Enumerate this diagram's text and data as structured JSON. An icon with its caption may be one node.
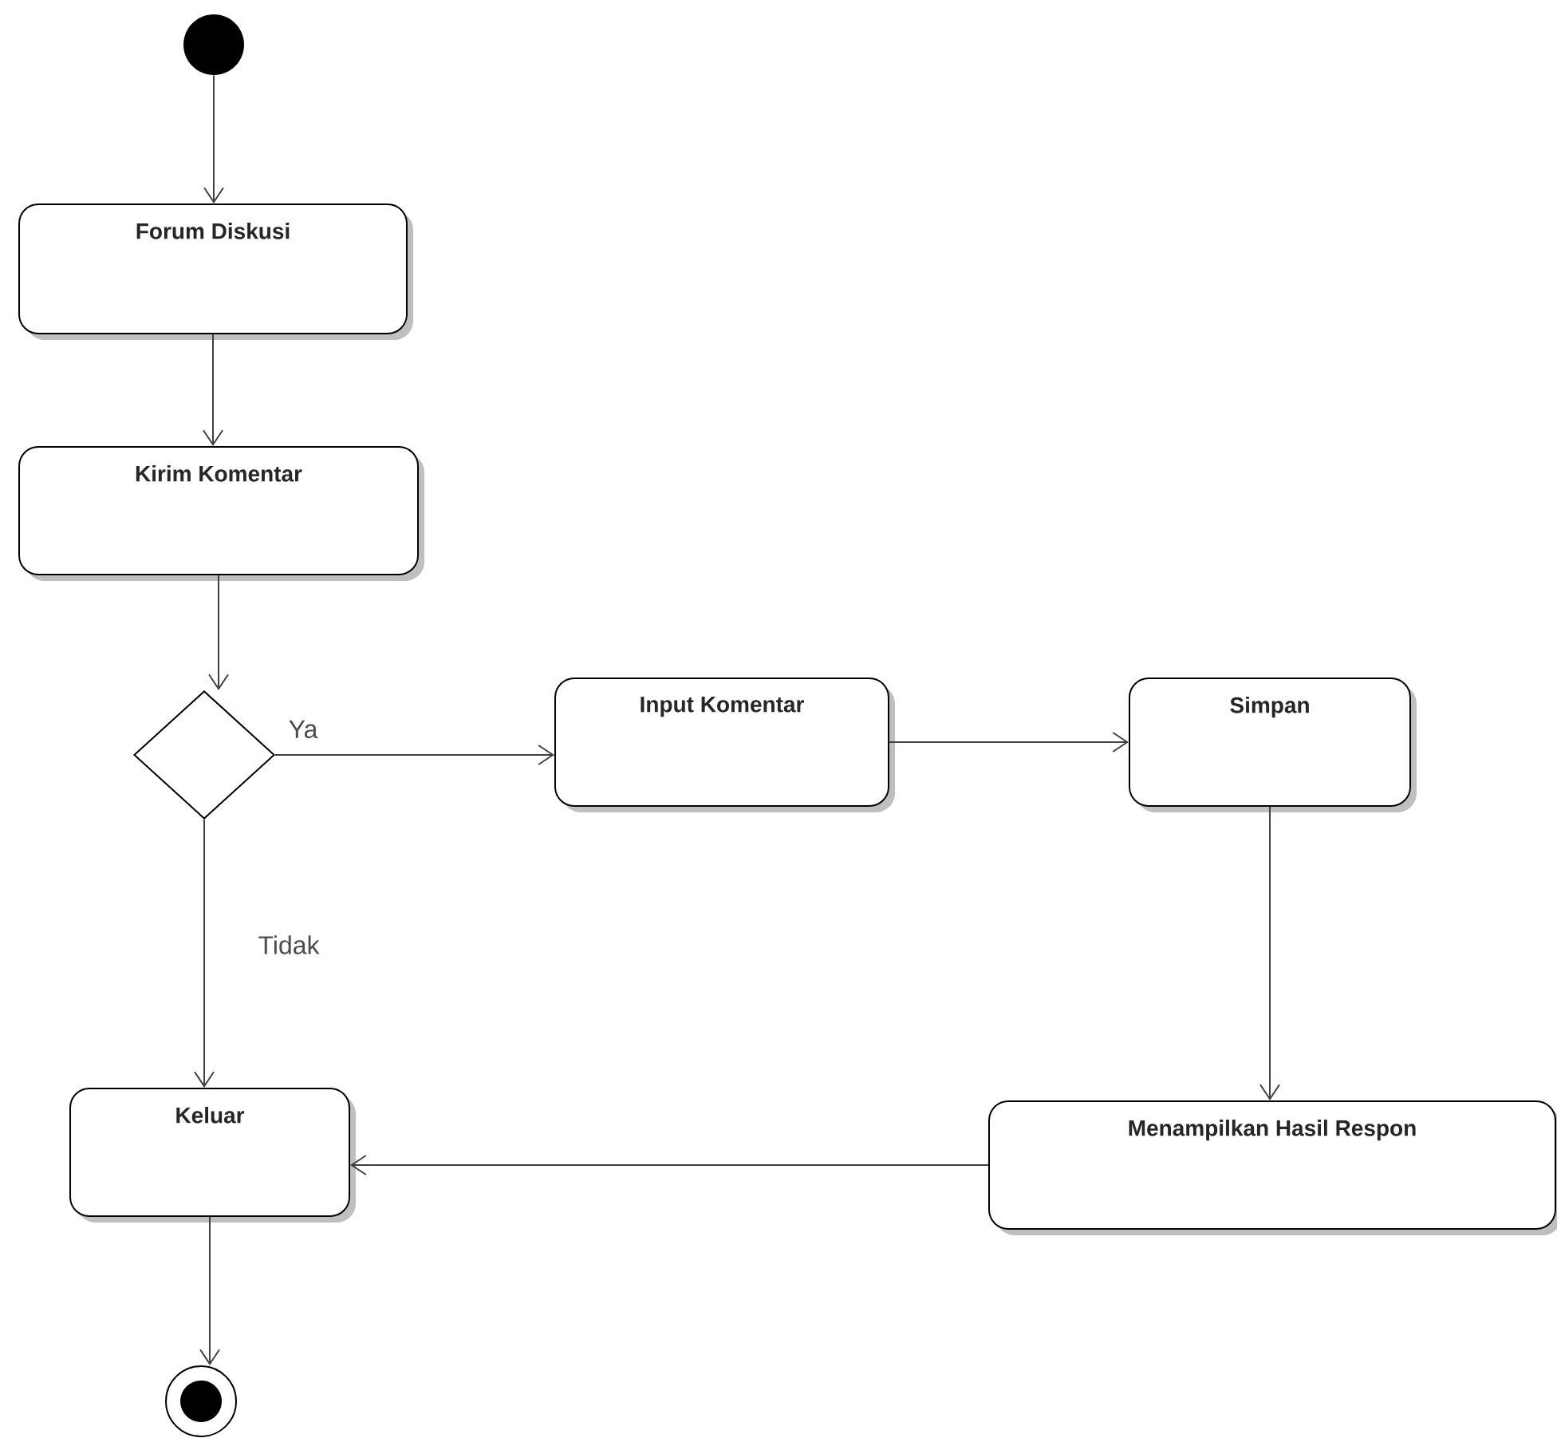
{
  "diagram": {
    "nodes": [
      {
        "text": [],
        "shape": "circle"
      },
      {
        "text": [
          "Forum Diskusi"
        ]
      },
      {
        "text": [
          "Kirim Komentar"
        ]
      },
      {
        "text": [],
        "shape": "diamond"
      },
      {
        "text": [
          "Input Komentar"
        ]
      },
      {
        "text": [
          "Simpan"
        ]
      },
      {
        "text": [
          "Menampilkan Hasil Respon"
        ]
      },
      {
        "text": [
          "Keluar"
        ]
      },
      {
        "text": [],
        "shape": "circle"
      }
    ],
    "edges": [
      {
        "from": 0,
        "to": 1,
        "arrow": "to"
      },
      {
        "from": 1,
        "to": 2,
        "arrow": "to"
      },
      {
        "from": 2,
        "to": 3,
        "arrow": "to"
      },
      {
        "from": 3,
        "to": 4,
        "arrow": "to",
        "label": "Ya"
      },
      {
        "from": 4,
        "to": 5,
        "arrow": "to"
      },
      {
        "from": 5,
        "to": 6,
        "arrow": "to"
      },
      {
        "from": 6,
        "to": 7,
        "arrow": "to"
      },
      {
        "from": 3,
        "to": 7,
        "arrow": "to",
        "label": "Tidak"
      },
      {
        "from": 7,
        "to": 8,
        "arrow": "to"
      }
    ]
  }
}
